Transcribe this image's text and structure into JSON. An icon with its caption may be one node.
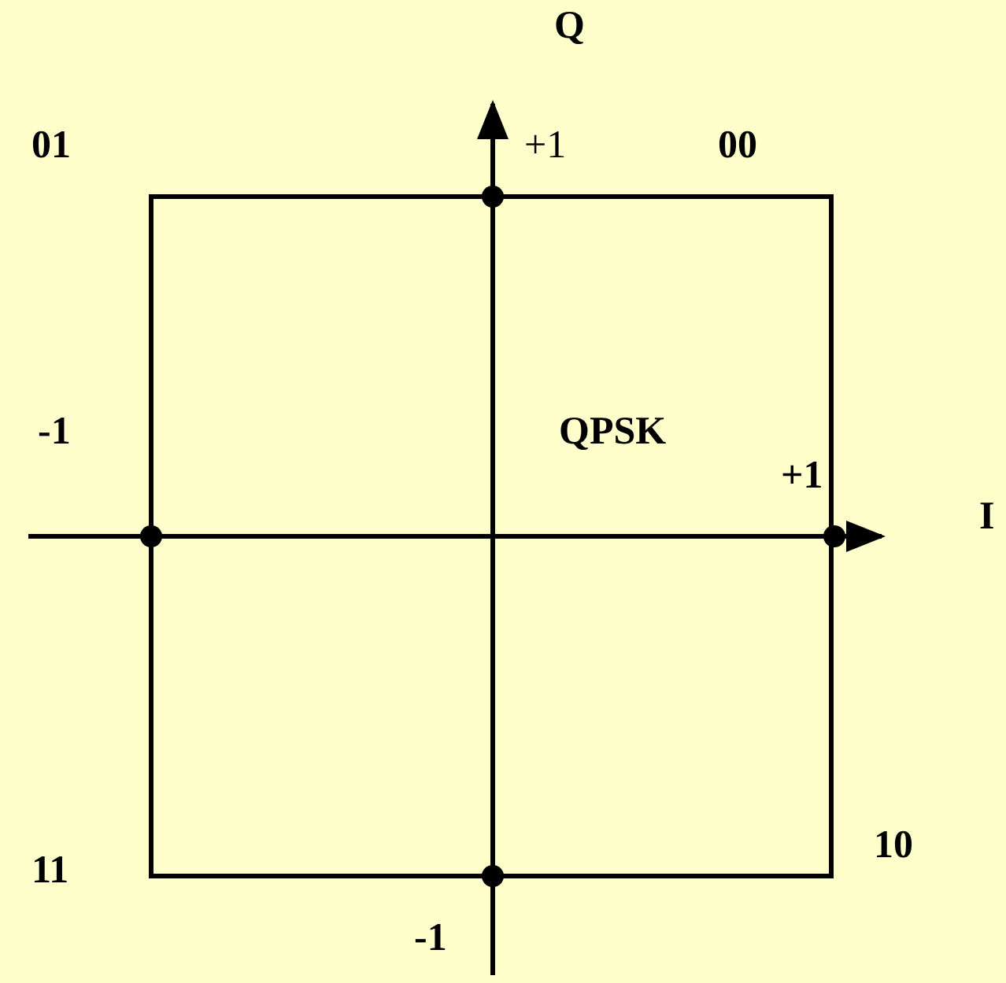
{
  "diagram": {
    "labels": [
      "Q",
      "01",
      "+1",
      "00",
      "QPSK",
      "-1",
      "+1",
      "I",
      "11",
      "10",
      "-1"
    ]
  }
}
